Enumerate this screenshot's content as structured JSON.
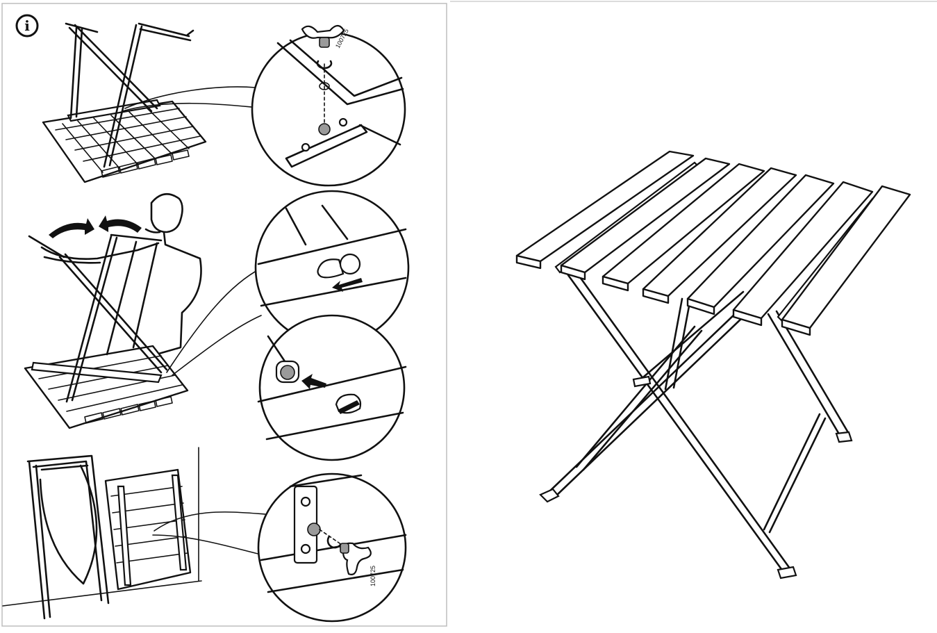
{
  "info_icon": {
    "glyph": "i",
    "icon": "info-icon"
  },
  "part_numbers": {
    "step1_wing_nut": "100725",
    "step3_wing_nut": "100725"
  },
  "colors": {
    "ink": "#111111",
    "paper": "#ffffff",
    "frame": "#bdbdbd",
    "hardware_grey": "#9a9a9a"
  }
}
